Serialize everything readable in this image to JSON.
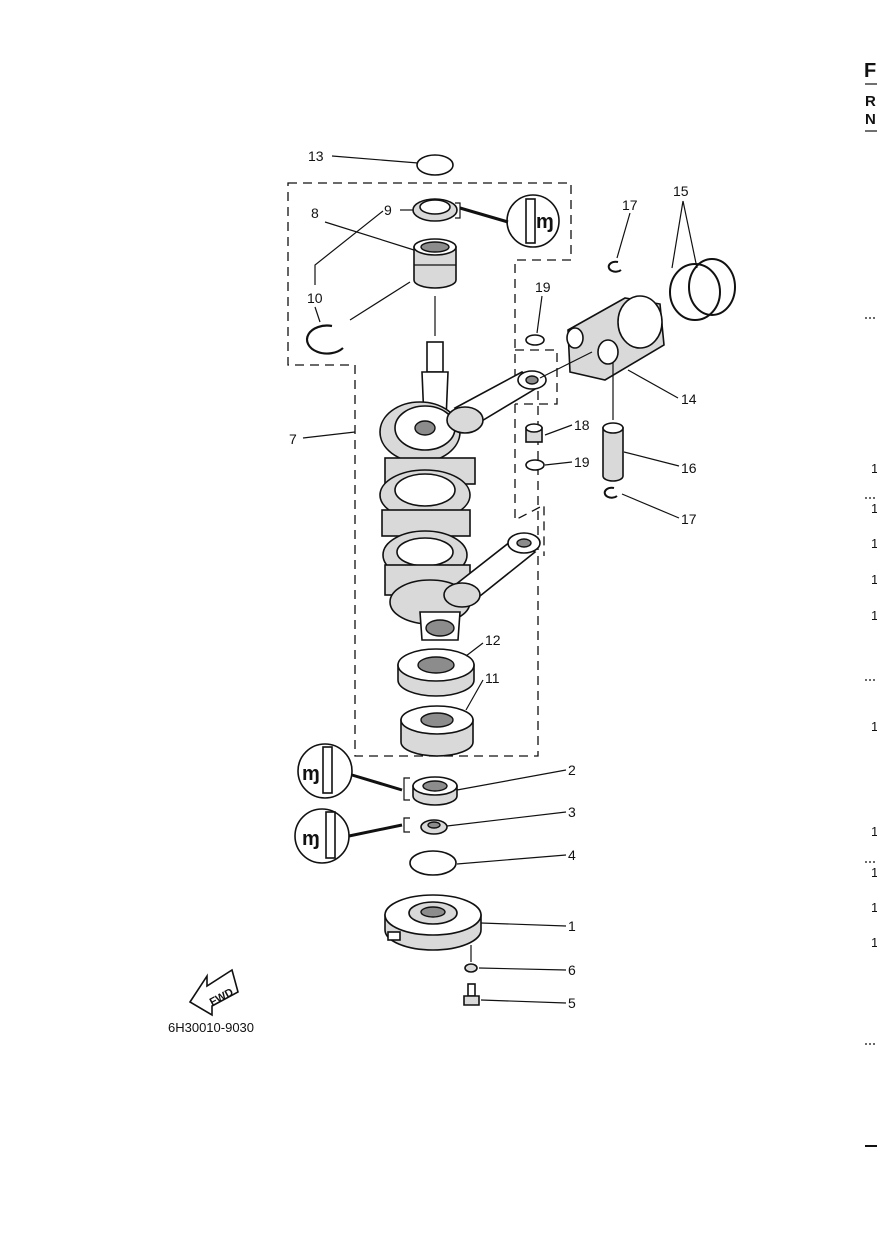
{
  "diagram_id": "6H30010-9030",
  "fwd_label": "FWD",
  "page_edge_text": [
    "F",
    "R",
    "N",
    "1",
    "1",
    "1",
    "1",
    "1",
    "1",
    "1",
    "1",
    "1",
    "1"
  ],
  "callouts": [
    {
      "id": "13",
      "label": "13"
    },
    {
      "id": "9",
      "label": "9"
    },
    {
      "id": "8",
      "label": "8"
    },
    {
      "id": "10",
      "label": "10"
    },
    {
      "id": "7",
      "label": "7"
    },
    {
      "id": "17a",
      "label": "17"
    },
    {
      "id": "15",
      "label": "15"
    },
    {
      "id": "19a",
      "label": "19"
    },
    {
      "id": "14",
      "label": "14"
    },
    {
      "id": "18",
      "label": "18"
    },
    {
      "id": "19b",
      "label": "19"
    },
    {
      "id": "16",
      "label": "16"
    },
    {
      "id": "17b",
      "label": "17"
    },
    {
      "id": "12",
      "label": "12"
    },
    {
      "id": "11",
      "label": "11"
    },
    {
      "id": "2",
      "label": "2"
    },
    {
      "id": "3",
      "label": "3"
    },
    {
      "id": "4",
      "label": "4"
    },
    {
      "id": "1",
      "label": "1"
    },
    {
      "id": "6",
      "label": "6"
    },
    {
      "id": "5",
      "label": "5"
    }
  ]
}
